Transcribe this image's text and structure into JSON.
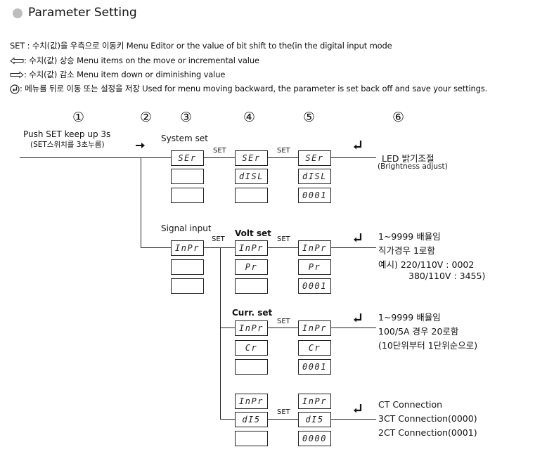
{
  "title": "Parameter Setting",
  "instructions": [
    {
      "icon": "set-text",
      "key": "SET",
      "text": " : 수치(값)을 우측으로 이동키 Menu Editor or the value of bit shift to the(in the digital input mode"
    },
    {
      "icon": "left-arrow-icon",
      "key": "",
      "text": ": 수치(값) 상승 Menu items on the move or incremental value"
    },
    {
      "icon": "right-arrow-icon",
      "key": "",
      "text": ": 수치(값) 감소 Menu item down or diminishing value"
    },
    {
      "icon": "enter-circle-icon",
      "key": "",
      "text": ": 메뉴를 뒤로 이동 또는 설정을 저장 Used for menu moving backward, the parameter is set back off  and save your settings."
    }
  ],
  "steps": [
    "①",
    "②",
    "③",
    "④",
    "⑤",
    "⑥"
  ],
  "push_set": "Push SET keep up 3s",
  "push_set_sub": "(SET스위치를 3초누름)",
  "set_label": "SET",
  "groups": {
    "system": {
      "label": "System set",
      "col3": [
        "SEr",
        "",
        ""
      ],
      "col4": [
        "SEr",
        "dISL",
        ""
      ],
      "col5": [
        "SEr",
        "dISL",
        "0001"
      ],
      "note1": "LED 밝기조절",
      "note2": "(Brightness adjust)"
    },
    "signal": {
      "label": "Signal input",
      "col3": [
        "InPr",
        "",
        ""
      ],
      "volt_label": "Volt set",
      "col4": [
        "InPr",
        "Pr",
        ""
      ],
      "col5": [
        "InPr",
        "Pr",
        "0001"
      ],
      "notes": [
        "1~9999 배율임",
        "직가경우 1로함",
        "예시) 220/110V : 0002",
        "380/110V : 3455)"
      ]
    },
    "curr": {
      "label": "Curr. set",
      "col4": [
        "InPr",
        "Cr",
        ""
      ],
      "col5": [
        "InPr",
        "Cr",
        "0001"
      ],
      "notes": [
        "1~9999 배율임",
        "100/5A 경우 20로함",
        "(10단위부터 1단위순으로)"
      ]
    },
    "ct": {
      "col4": [
        "InPr",
        "dI5",
        ""
      ],
      "col5": [
        "InPr",
        "dI5",
        "0000"
      ],
      "notes": [
        "CT Connection",
        "3CT Connection(0000)",
        "2CT Connection(0001)"
      ]
    }
  }
}
